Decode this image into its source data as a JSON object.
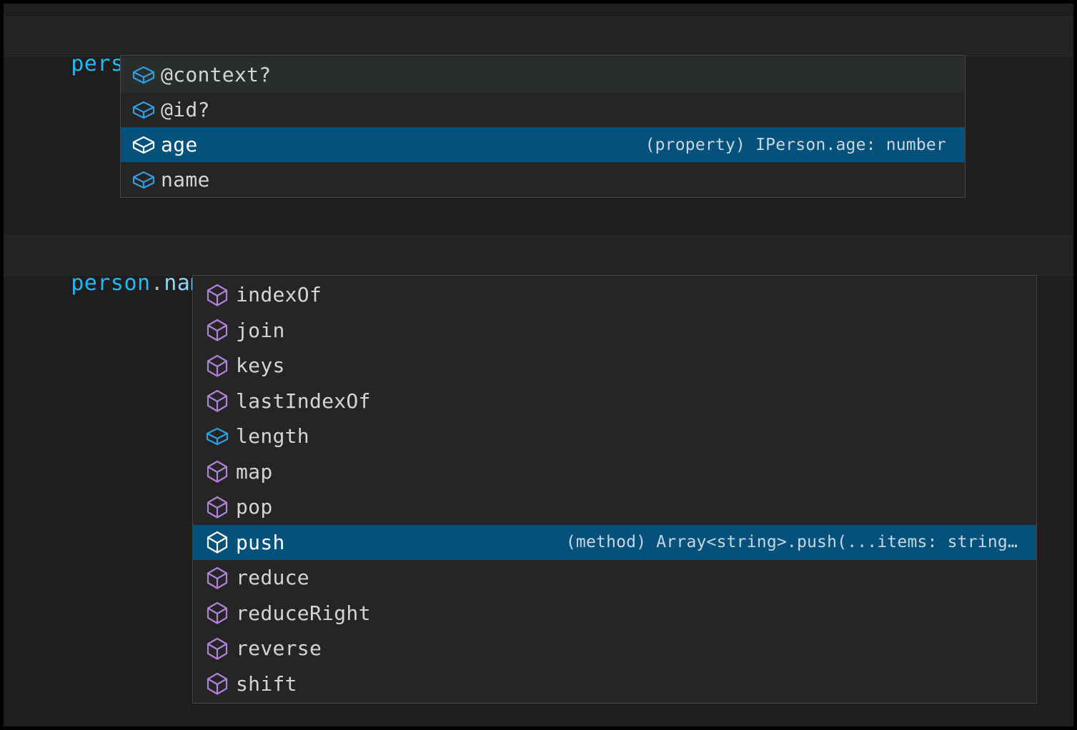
{
  "editor": {
    "background_color": "#1e1e1e",
    "line_background_color": "#232323",
    "selection_color": "#04527c",
    "popup_background_color": "#252526",
    "popup_border_color": "#454545",
    "error_squiggle_color": "#f14c4c",
    "lines": [
      {
        "id": "line-person",
        "tokens": [
          {
            "text": "person",
            "kind": "variable"
          },
          {
            "text": ".",
            "kind": "dot",
            "error": true
          },
          {
            "text": ";",
            "kind": "semicolon",
            "error": true
          }
        ]
      },
      {
        "id": "line-person-name",
        "tokens": [
          {
            "text": "person",
            "kind": "variable"
          },
          {
            "text": ".",
            "kind": "dot"
          },
          {
            "text": "name",
            "kind": "property"
          },
          {
            "text": ".",
            "kind": "dot",
            "error": true
          },
          {
            "text": ";",
            "kind": "semicolon",
            "error": true
          }
        ]
      }
    ]
  },
  "suggest_person": {
    "name": "person-completion-popup",
    "items": [
      {
        "label": "@context?",
        "icon": "property-cube-icon",
        "icon_color": "#2d9fe0",
        "state": "hover",
        "detail": ""
      },
      {
        "label": "@id?",
        "icon": "property-cube-icon",
        "icon_color": "#2d9fe0",
        "state": "normal",
        "detail": ""
      },
      {
        "label": "age",
        "icon": "property-cube-icon",
        "icon_color": "#ffffff",
        "state": "selected",
        "detail": "(property) IPerson.age: number"
      },
      {
        "label": "name",
        "icon": "property-cube-icon",
        "icon_color": "#2d9fe0",
        "state": "normal",
        "detail": ""
      }
    ]
  },
  "suggest_name": {
    "name": "array-member-completion-popup",
    "items": [
      {
        "label": "indexOf",
        "icon": "method-cube-icon",
        "icon_color": "#b180d7",
        "state": "normal",
        "detail": ""
      },
      {
        "label": "join",
        "icon": "method-cube-icon",
        "icon_color": "#b180d7",
        "state": "normal",
        "detail": ""
      },
      {
        "label": "keys",
        "icon": "method-cube-icon",
        "icon_color": "#b180d7",
        "state": "normal",
        "detail": ""
      },
      {
        "label": "lastIndexOf",
        "icon": "method-cube-icon",
        "icon_color": "#b180d7",
        "state": "normal",
        "detail": ""
      },
      {
        "label": "length",
        "icon": "property-cube-icon",
        "icon_color": "#2d9fe0",
        "state": "normal",
        "detail": ""
      },
      {
        "label": "map",
        "icon": "method-cube-icon",
        "icon_color": "#b180d7",
        "state": "normal",
        "detail": ""
      },
      {
        "label": "pop",
        "icon": "method-cube-icon",
        "icon_color": "#b180d7",
        "state": "normal",
        "detail": ""
      },
      {
        "label": "push",
        "icon": "method-cube-icon",
        "icon_color": "#ffffff",
        "state": "selected",
        "detail": "(method) Array<string>.push(...items: string…"
      },
      {
        "label": "reduce",
        "icon": "method-cube-icon",
        "icon_color": "#b180d7",
        "state": "normal",
        "detail": ""
      },
      {
        "label": "reduceRight",
        "icon": "method-cube-icon",
        "icon_color": "#b180d7",
        "state": "normal",
        "detail": ""
      },
      {
        "label": "reverse",
        "icon": "method-cube-icon",
        "icon_color": "#b180d7",
        "state": "normal",
        "detail": ""
      },
      {
        "label": "shift",
        "icon": "method-cube-icon",
        "icon_color": "#b180d7",
        "state": "normal",
        "detail": ""
      }
    ]
  }
}
